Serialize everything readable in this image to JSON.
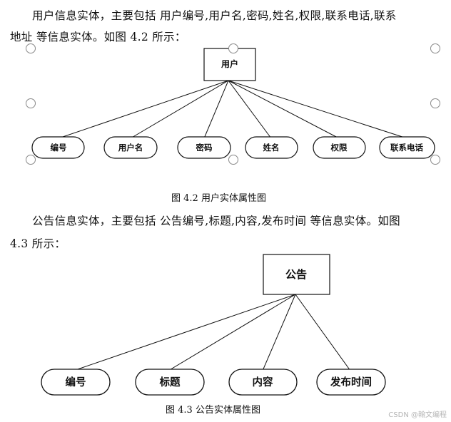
{
  "paragraphs": {
    "user_line1": "用户信息实体，主要包括 用户编号,用户名,密码,姓名,权限,联系电话,联系",
    "user_line2": "地址  等信息实体。如图 4.2 所示：",
    "notice_line1": "公告信息实体，主要包括 公告编号,标题,内容,发布时间 等信息实体。如图",
    "notice_line2": "4.3 所示："
  },
  "figure_user": {
    "entity": "用户",
    "attributes": [
      "编号",
      "用户名",
      "密码",
      "姓名",
      "权限",
      "联系电话"
    ],
    "caption": "图 4.2  用户实体属性图"
  },
  "figure_notice": {
    "entity": "公告",
    "attributes": [
      "编号",
      "标题",
      "内容",
      "发布时间"
    ],
    "caption": "图 4.3  公告实体属性图"
  },
  "watermark": "CSDN @翰文编程"
}
